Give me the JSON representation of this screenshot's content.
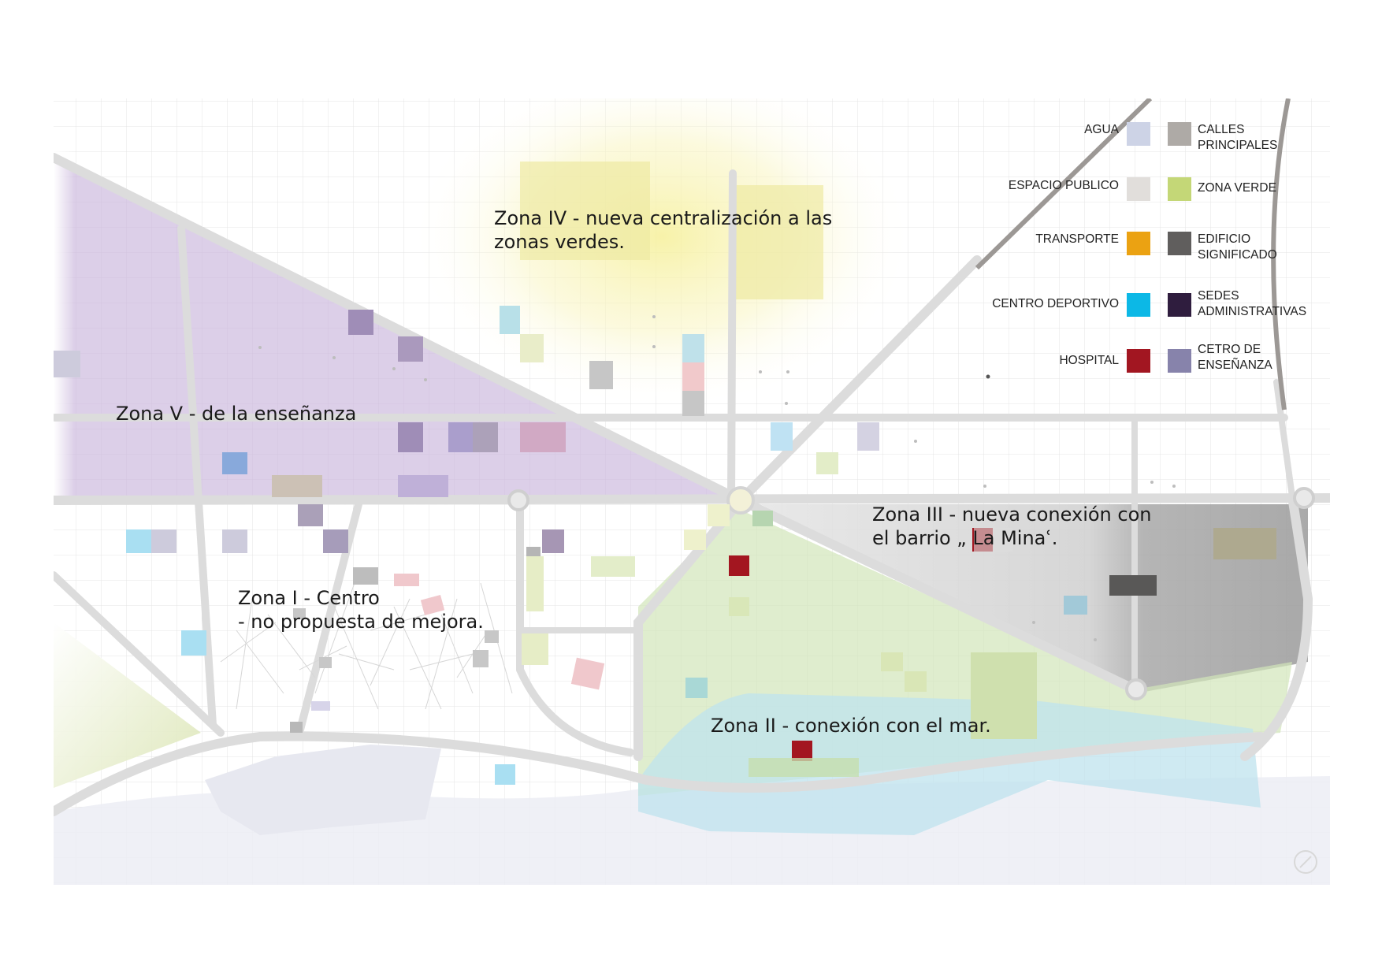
{
  "zones": [
    {
      "id": "zona-iv",
      "line1": "Zona IV - nueva centralización a las",
      "line2": "zonas verdes."
    },
    {
      "id": "zona-v",
      "line1": "Zona V - de la enseñanza",
      "line2": ""
    },
    {
      "id": "zona-iii",
      "line1": "Zona III - nueva conexión con",
      "line2": "el barrio „ La Minaʿ."
    },
    {
      "id": "zona-i",
      "line1": "Zona I - Centro",
      "line2": "- no propuesta de mejora."
    },
    {
      "id": "zona-ii",
      "line1": "Zona II - conexión con el mar.",
      "line2": ""
    }
  ],
  "legend": {
    "left": [
      {
        "label": "AGUA",
        "color": "#cdd3e6"
      },
      {
        "label": "ESPACIO PUBLICO",
        "color": "#e1dedb"
      },
      {
        "label": "TRANSPORTE",
        "color": "#eba212"
      },
      {
        "label": "CENTRO DEPORTIVO",
        "color": "#0cb8e6"
      },
      {
        "label": "HOSPITAL",
        "color": "#a21621"
      }
    ],
    "right": [
      {
        "label": "CALLES\nPRINCIPALES",
        "color": "#aeaaa6"
      },
      {
        "label": "ZONA VERDE",
        "color": "#c4d777"
      },
      {
        "label": "EDIFICIO\nSIGNIFICADO",
        "color": "#605e5d"
      },
      {
        "label": "SEDES\nADMINISTRATIVAS",
        "color": "#2f1d3e"
      },
      {
        "label": "CETRO DE\nENSEÑANZA",
        "color": "#8783ab"
      }
    ]
  },
  "colors": {
    "purple_zone": "#c8b6da",
    "green_zone": "#cfe3b8",
    "gray_zone": "#bdbdbd",
    "water": "#bfe2ec",
    "glow": "#f7f2a6"
  }
}
